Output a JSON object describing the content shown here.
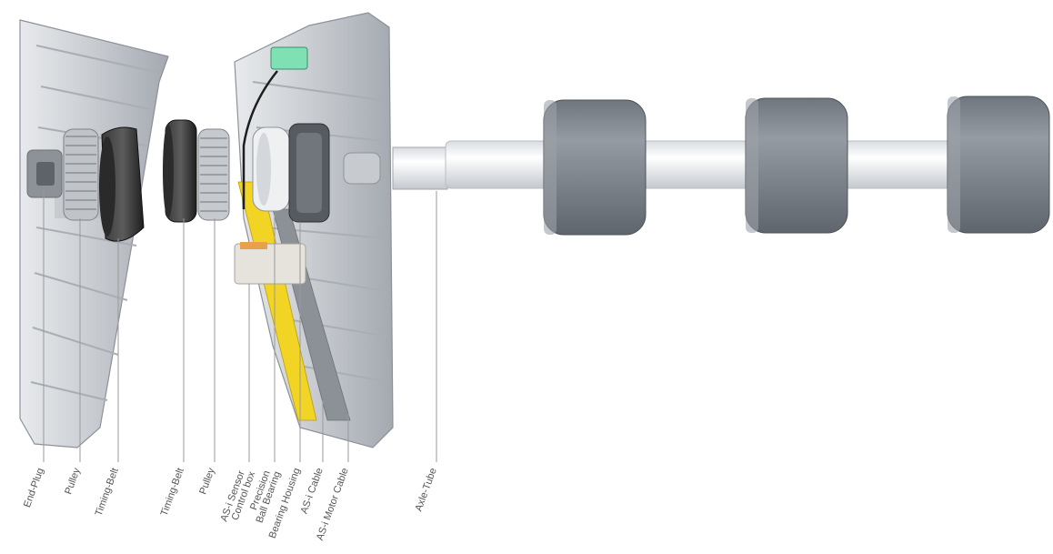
{
  "labels": [
    {
      "id": "end-plug",
      "lines": [
        "End-Plug"
      ]
    },
    {
      "id": "pulley-1",
      "lines": [
        "Pulley"
      ]
    },
    {
      "id": "timing-belt-1",
      "lines": [
        "Timing-Belt"
      ]
    },
    {
      "id": "timing-belt-2",
      "lines": [
        "Timing-Belt"
      ]
    },
    {
      "id": "pulley-2",
      "lines": [
        "Pulley"
      ]
    },
    {
      "id": "sensor-control-box",
      "lines": [
        "AS-i Sensor",
        "Control box"
      ]
    },
    {
      "id": "ball-bearing",
      "lines": [
        "Precision",
        "Ball Bearing"
      ]
    },
    {
      "id": "bearing-housing",
      "lines": [
        "Bearing Housing"
      ]
    },
    {
      "id": "asi-cable",
      "lines": [
        "AS-i Cable"
      ]
    },
    {
      "id": "motor-cable",
      "lines": [
        "AS-i Motor Cable"
      ]
    },
    {
      "id": "axle-tube",
      "lines": [
        "Axle-Tube"
      ]
    }
  ],
  "colors": {
    "aluminum": "#c9cdd2",
    "aluminum_dark": "#9ea3aa",
    "rubber": "#80878f",
    "yellow_cable": "#f2d424",
    "sensor_green": "#7fe0b4",
    "leader": "#9a9a9a"
  }
}
